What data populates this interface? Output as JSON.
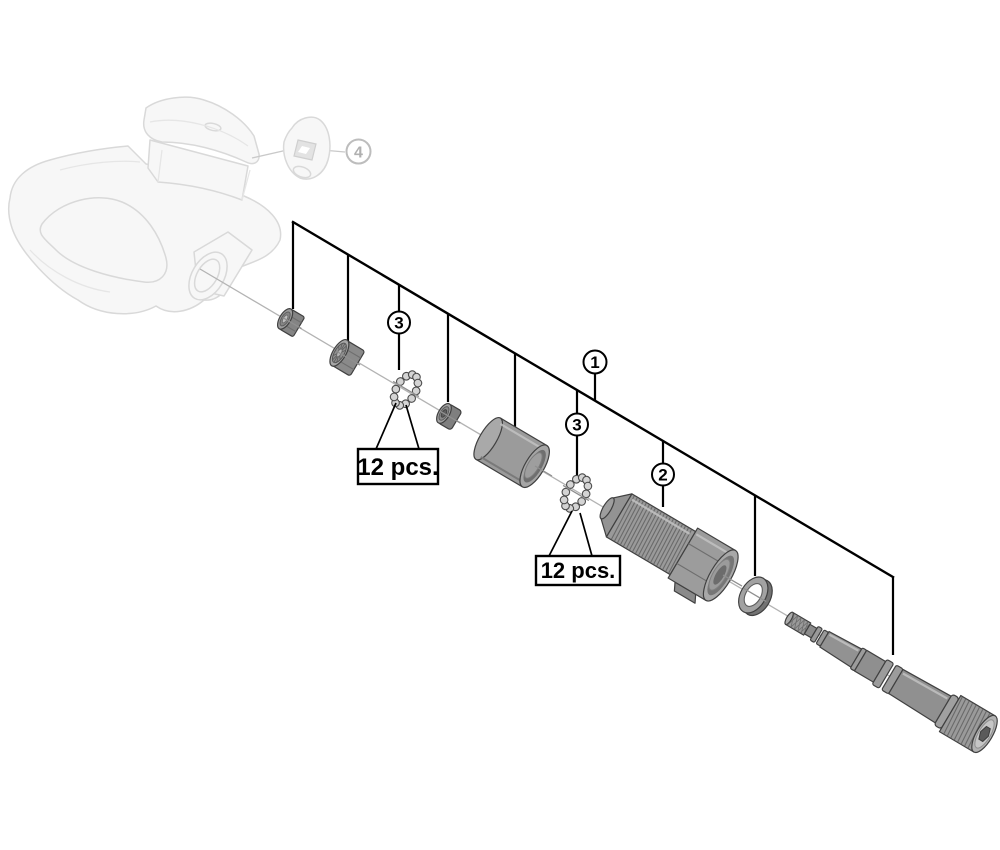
{
  "diagram": {
    "description": "exploded-parts-diagram",
    "callouts": [
      {
        "ref": "1"
      },
      {
        "ref": "2"
      },
      {
        "ref": "3"
      },
      {
        "ref": "3"
      },
      {
        "ref": "4"
      }
    ],
    "quantity_labels": [
      {
        "text": "12 pcs."
      },
      {
        "text": "12 pcs."
      }
    ],
    "colors": {
      "background": "#ffffff",
      "line": "#000000",
      "centerline": "#b3b3b3",
      "part_gray": "#9a9a9a",
      "ghost_gray": "#d9d9d9",
      "muted_callout": "#bdbdbd"
    }
  }
}
